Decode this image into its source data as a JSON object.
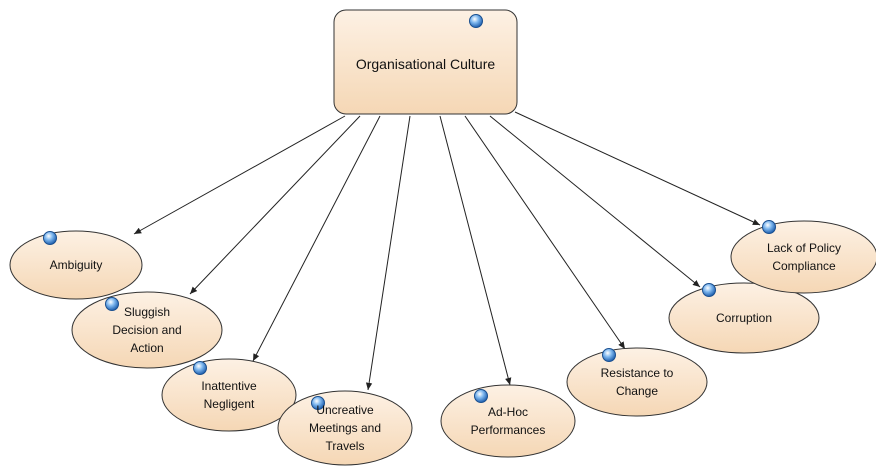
{
  "diagram": {
    "root": {
      "label": "Organisational Culture"
    },
    "children": [
      {
        "lines": [
          "Ambiguity"
        ]
      },
      {
        "lines": [
          "Sluggish",
          "Decision and",
          "Action"
        ]
      },
      {
        "lines": [
          "Inattentive",
          "Negligent"
        ]
      },
      {
        "lines": [
          "Uncreative",
          "Meetings and",
          "Travels"
        ]
      },
      {
        "lines": [
          "Ad-Hoc",
          "Performances"
        ]
      },
      {
        "lines": [
          "Resistance to",
          "Change"
        ]
      },
      {
        "lines": [
          "Corruption"
        ]
      },
      {
        "lines": [
          "Lack of Policy",
          "Compliance"
        ]
      }
    ]
  },
  "colors": {
    "node_fill_light": "#fdf1e4",
    "node_fill_dark": "#f5d7b5",
    "node_stroke": "#333333",
    "edge": "#222222",
    "marker": "#4a90d9"
  }
}
